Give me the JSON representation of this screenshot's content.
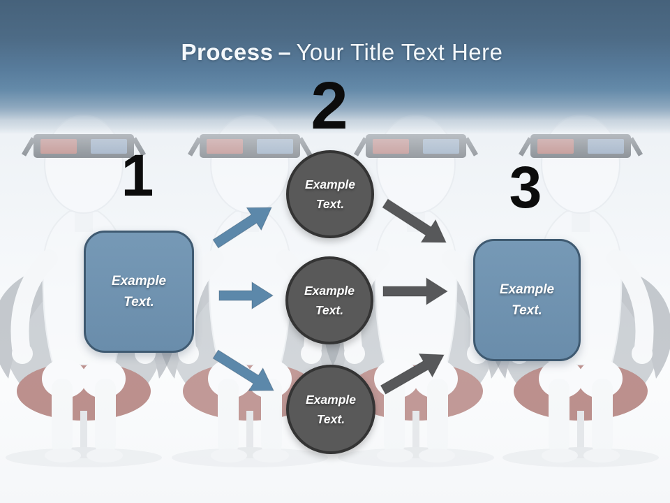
{
  "title": {
    "lead": "Process",
    "separator": "–",
    "rest": "Your Title Text Here"
  },
  "steps": {
    "one": {
      "number": "1",
      "box_label": "Example Text."
    },
    "two": {
      "number": "2",
      "circles": [
        {
          "label": "Example Text."
        },
        {
          "label": "Example Text."
        },
        {
          "label": "Example Text."
        }
      ]
    },
    "three": {
      "number": "3",
      "box_label": "Example Text."
    }
  },
  "colors": {
    "header_top": "#46627b",
    "header_mid": "#5d83a4",
    "box_fill": "#7093b1",
    "box_border": "#3f5a71",
    "circle_fill": "#595959",
    "circle_border": "#343434",
    "arrow_blue": "#5c88aa",
    "arrow_gray": "#57585a",
    "number_color": "#0c0c0c",
    "title_color": "#f4f8fb"
  }
}
